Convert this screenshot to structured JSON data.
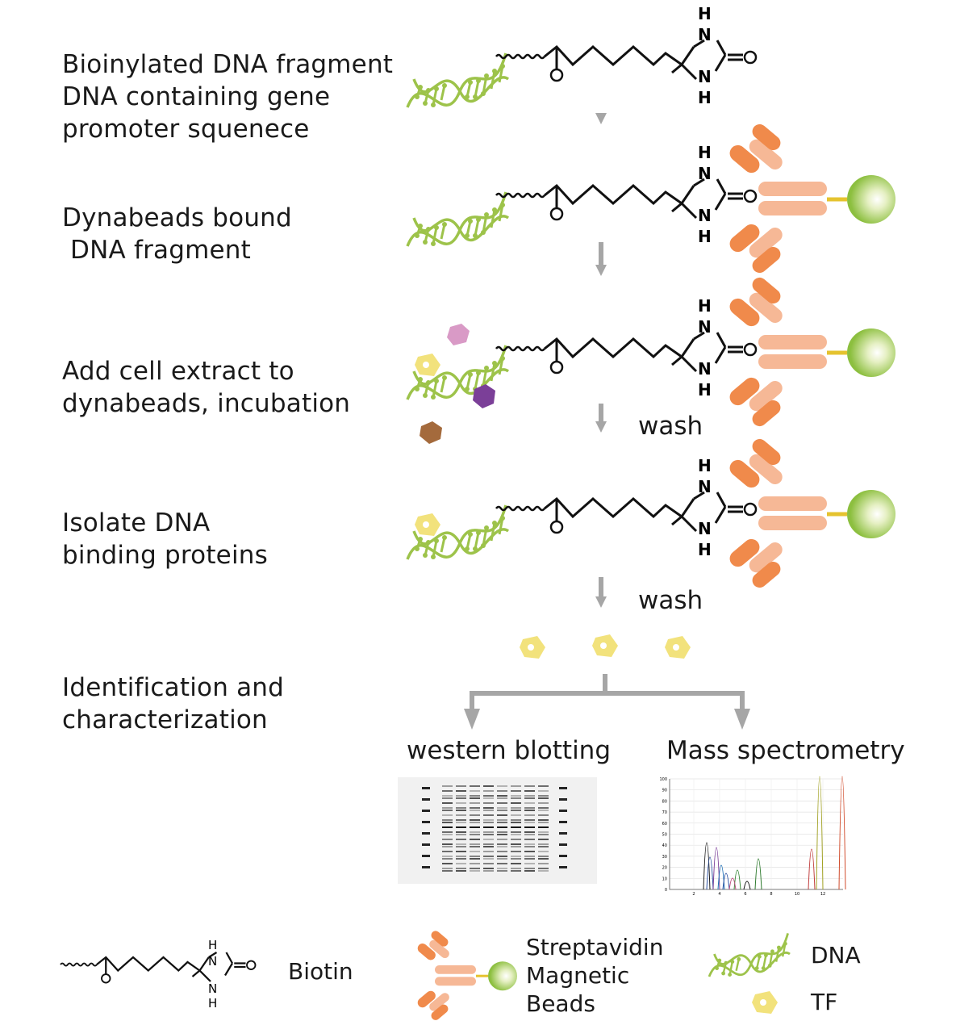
{
  "steps": [
    {
      "label": "Bioinylated DNA fragment\nDNA containing gene\npromoter squenece"
    },
    {
      "label": "Dynabeads bound\n DNA fragment"
    },
    {
      "label": "Add cell extract to\ndynabeads, incubation"
    },
    {
      "label": "Isolate DNA\nbinding proteins"
    },
    {
      "label": "Identification and\ncharacterization"
    }
  ],
  "wash_labels": [
    "wash",
    "wash"
  ],
  "chem": {
    "n": "N",
    "h": "H",
    "o": "O"
  },
  "outputs": {
    "western": "western blotting",
    "mass": "Mass spectrometry"
  },
  "legend": {
    "biotin": "Biotin",
    "beads": "Streptavidin\nMagnetic\nBeads",
    "dna": "DNA",
    "tf": "TF"
  },
  "colors": {
    "dna_green": "#9dc34a",
    "antibody_orange": "#f08a4b",
    "antibody_light": "#f6b896",
    "bead_green": "#8cbf3f",
    "tf_yellow": "#f2e27c",
    "protein_pink": "#d99ac6",
    "protein_purple": "#7b3f98",
    "protein_brown": "#a46a3c",
    "arrow_gray": "#a6a6a6",
    "linker_yellow": "#e5c32f"
  },
  "spectrum": {
    "y_ticks": [
      "100",
      "90",
      "80",
      "70",
      "60",
      "50",
      "40",
      "30",
      "20",
      "10",
      "0"
    ],
    "x_ticks": [
      "2",
      "4",
      "6",
      "8",
      "10",
      "12"
    ]
  }
}
